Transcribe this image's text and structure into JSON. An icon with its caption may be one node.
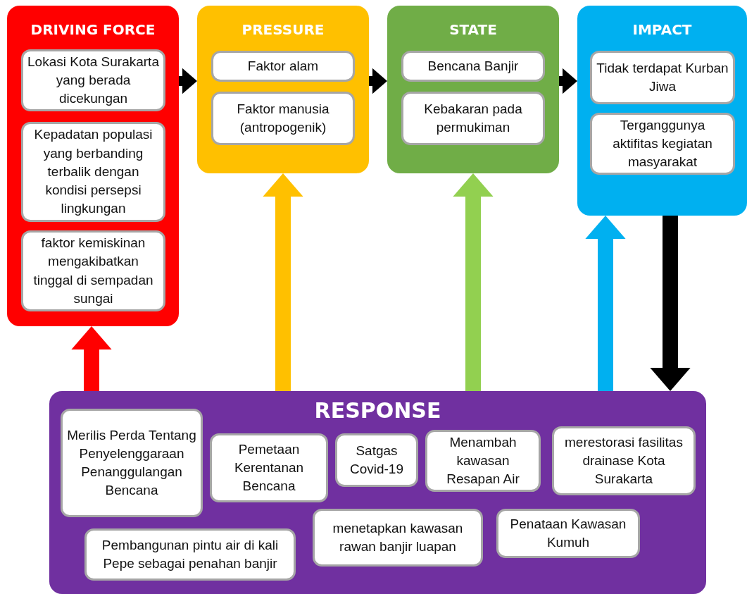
{
  "diagram": {
    "nodes": [
      {
        "text": [
          "DRIVING FORCE"
        ]
      },
      {
        "text": [
          "Lokasi Kota Surakarta yang berada dicekungan"
        ],
        "in": 0
      },
      {
        "text": [
          "Kepadatan populasi yang berbanding terbalik dengan kondisi persepsi lingkungan"
        ],
        "in": 0
      },
      {
        "text": [
          "faktor kemiskinan mengakibatkan tinggal di sempadan sungai"
        ],
        "in": 0
      },
      {
        "text": [
          "PRESSURE"
        ]
      },
      {
        "text": [
          "Faktor alam"
        ],
        "in": 4
      },
      {
        "text": [
          "Faktor manusia (antropogenik)"
        ],
        "in": 4
      },
      {
        "text": [
          "STATE"
        ]
      },
      {
        "text": [
          "Bencana Banjir"
        ],
        "in": 7
      },
      {
        "text": [
          "Kebakaran pada permukiman"
        ],
        "in": 7
      },
      {
        "text": [
          "IMPACT"
        ]
      },
      {
        "text": [
          "Tidak terdapat Kurban Jiwa"
        ],
        "in": 10
      },
      {
        "text": [
          "Terganggunya aktifitas kegiatan masyarakat"
        ],
        "in": 10
      },
      {
        "text": [
          "RESPONSE"
        ]
      },
      {
        "text": [
          "Merilis Perda Tentang Penyelenggaraan Penanggulangan Bencana"
        ],
        "in": 13
      },
      {
        "text": [
          "Pemetaan Kerentanan Bencana"
        ],
        "in": 13
      },
      {
        "text": [
          "Satgas Covid-19"
        ],
        "in": 13
      },
      {
        "text": [
          "Menambah kawasan Resapan Air"
        ],
        "in": 13
      },
      {
        "text": [
          "merestorasi fasilitas drainase Kota Surakarta"
        ],
        "in": 13
      },
      {
        "text": [
          "Pembangunan pintu air di kali Pepe sebagai penahan banjir"
        ],
        "in": 13
      },
      {
        "text": [
          "menetapkan kawasan rawan banjir luapan"
        ],
        "in": 13
      },
      {
        "text": [
          "Penataan Kawasan Kumuh"
        ],
        "in": 13
      }
    ],
    "edges": [
      {
        "from": 0,
        "to": 4,
        "arrow": "to"
      },
      {
        "from": 4,
        "to": 7,
        "arrow": "to"
      },
      {
        "from": 7,
        "to": 10,
        "arrow": "to"
      },
      {
        "from": 13,
        "to": 0,
        "arrow": "to",
        "color": "#ff0000"
      },
      {
        "from": 13,
        "to": 4,
        "arrow": "to",
        "color": "#ffc000"
      },
      {
        "from": 13,
        "to": 7,
        "arrow": "to",
        "color": "#92d050"
      },
      {
        "from": 13,
        "to": 10,
        "arrow": "to",
        "color": "#00b0f0"
      },
      {
        "from": 10,
        "to": 13,
        "arrow": "to"
      }
    ]
  }
}
